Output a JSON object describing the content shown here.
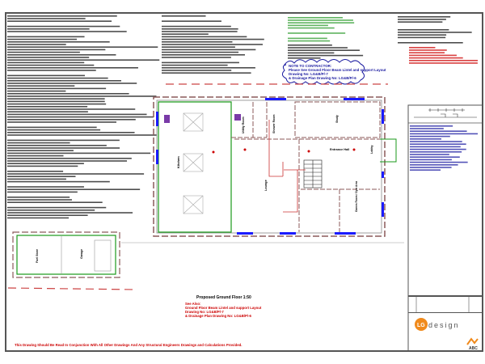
{
  "drawing": {
    "title": "Proposed Ground Floor 1:50",
    "contractor_note": {
      "heading": "NOTE TO CONTRACTOR:",
      "lines": [
        "Please See Ground Floor Beam Lintel and support Layout",
        "Drawing No: LG&B/P/-7",
        "& Drainage Plan Drawing No: LG&B/P/-6"
      ]
    },
    "see_also_note": {
      "heading": "See Also:",
      "lines": [
        "Ground Floor Beam Lintel and support Layout",
        "Drawing No: LG&B/P/-7",
        "& Drainage Plan Drawing No: LG&B/P/-6"
      ]
    },
    "footer_note": "This Drawing Should Be Read In Conjunction With All Other Drawings And Any Structural Engineers Drawings and Calculations Provided.",
    "rooms": {
      "kitchen": "Kitchen",
      "utility": "Utility Room",
      "shower": "Shower Room",
      "study": "Study",
      "entrance_hall": "Entrance Hall",
      "lobby": "Lobby",
      "lounge": "Lounge",
      "games_room": "Games Room / Gym Area",
      "fuel_store": "Fuel Store",
      "garage": "Garage"
    },
    "title_block": {
      "logo_text": "design",
      "logo_mark": "LG",
      "brand": "ABC"
    }
  },
  "colors": {
    "frame": "#555555",
    "wall": "#8b5a5a",
    "insulation": "#1a9a1a",
    "window": "#1a1aff",
    "note_red": "#cc0000",
    "note_green": "#2a9a2a",
    "note_blue": "#1a1aa0",
    "logo_orange": "#f08a1c"
  }
}
